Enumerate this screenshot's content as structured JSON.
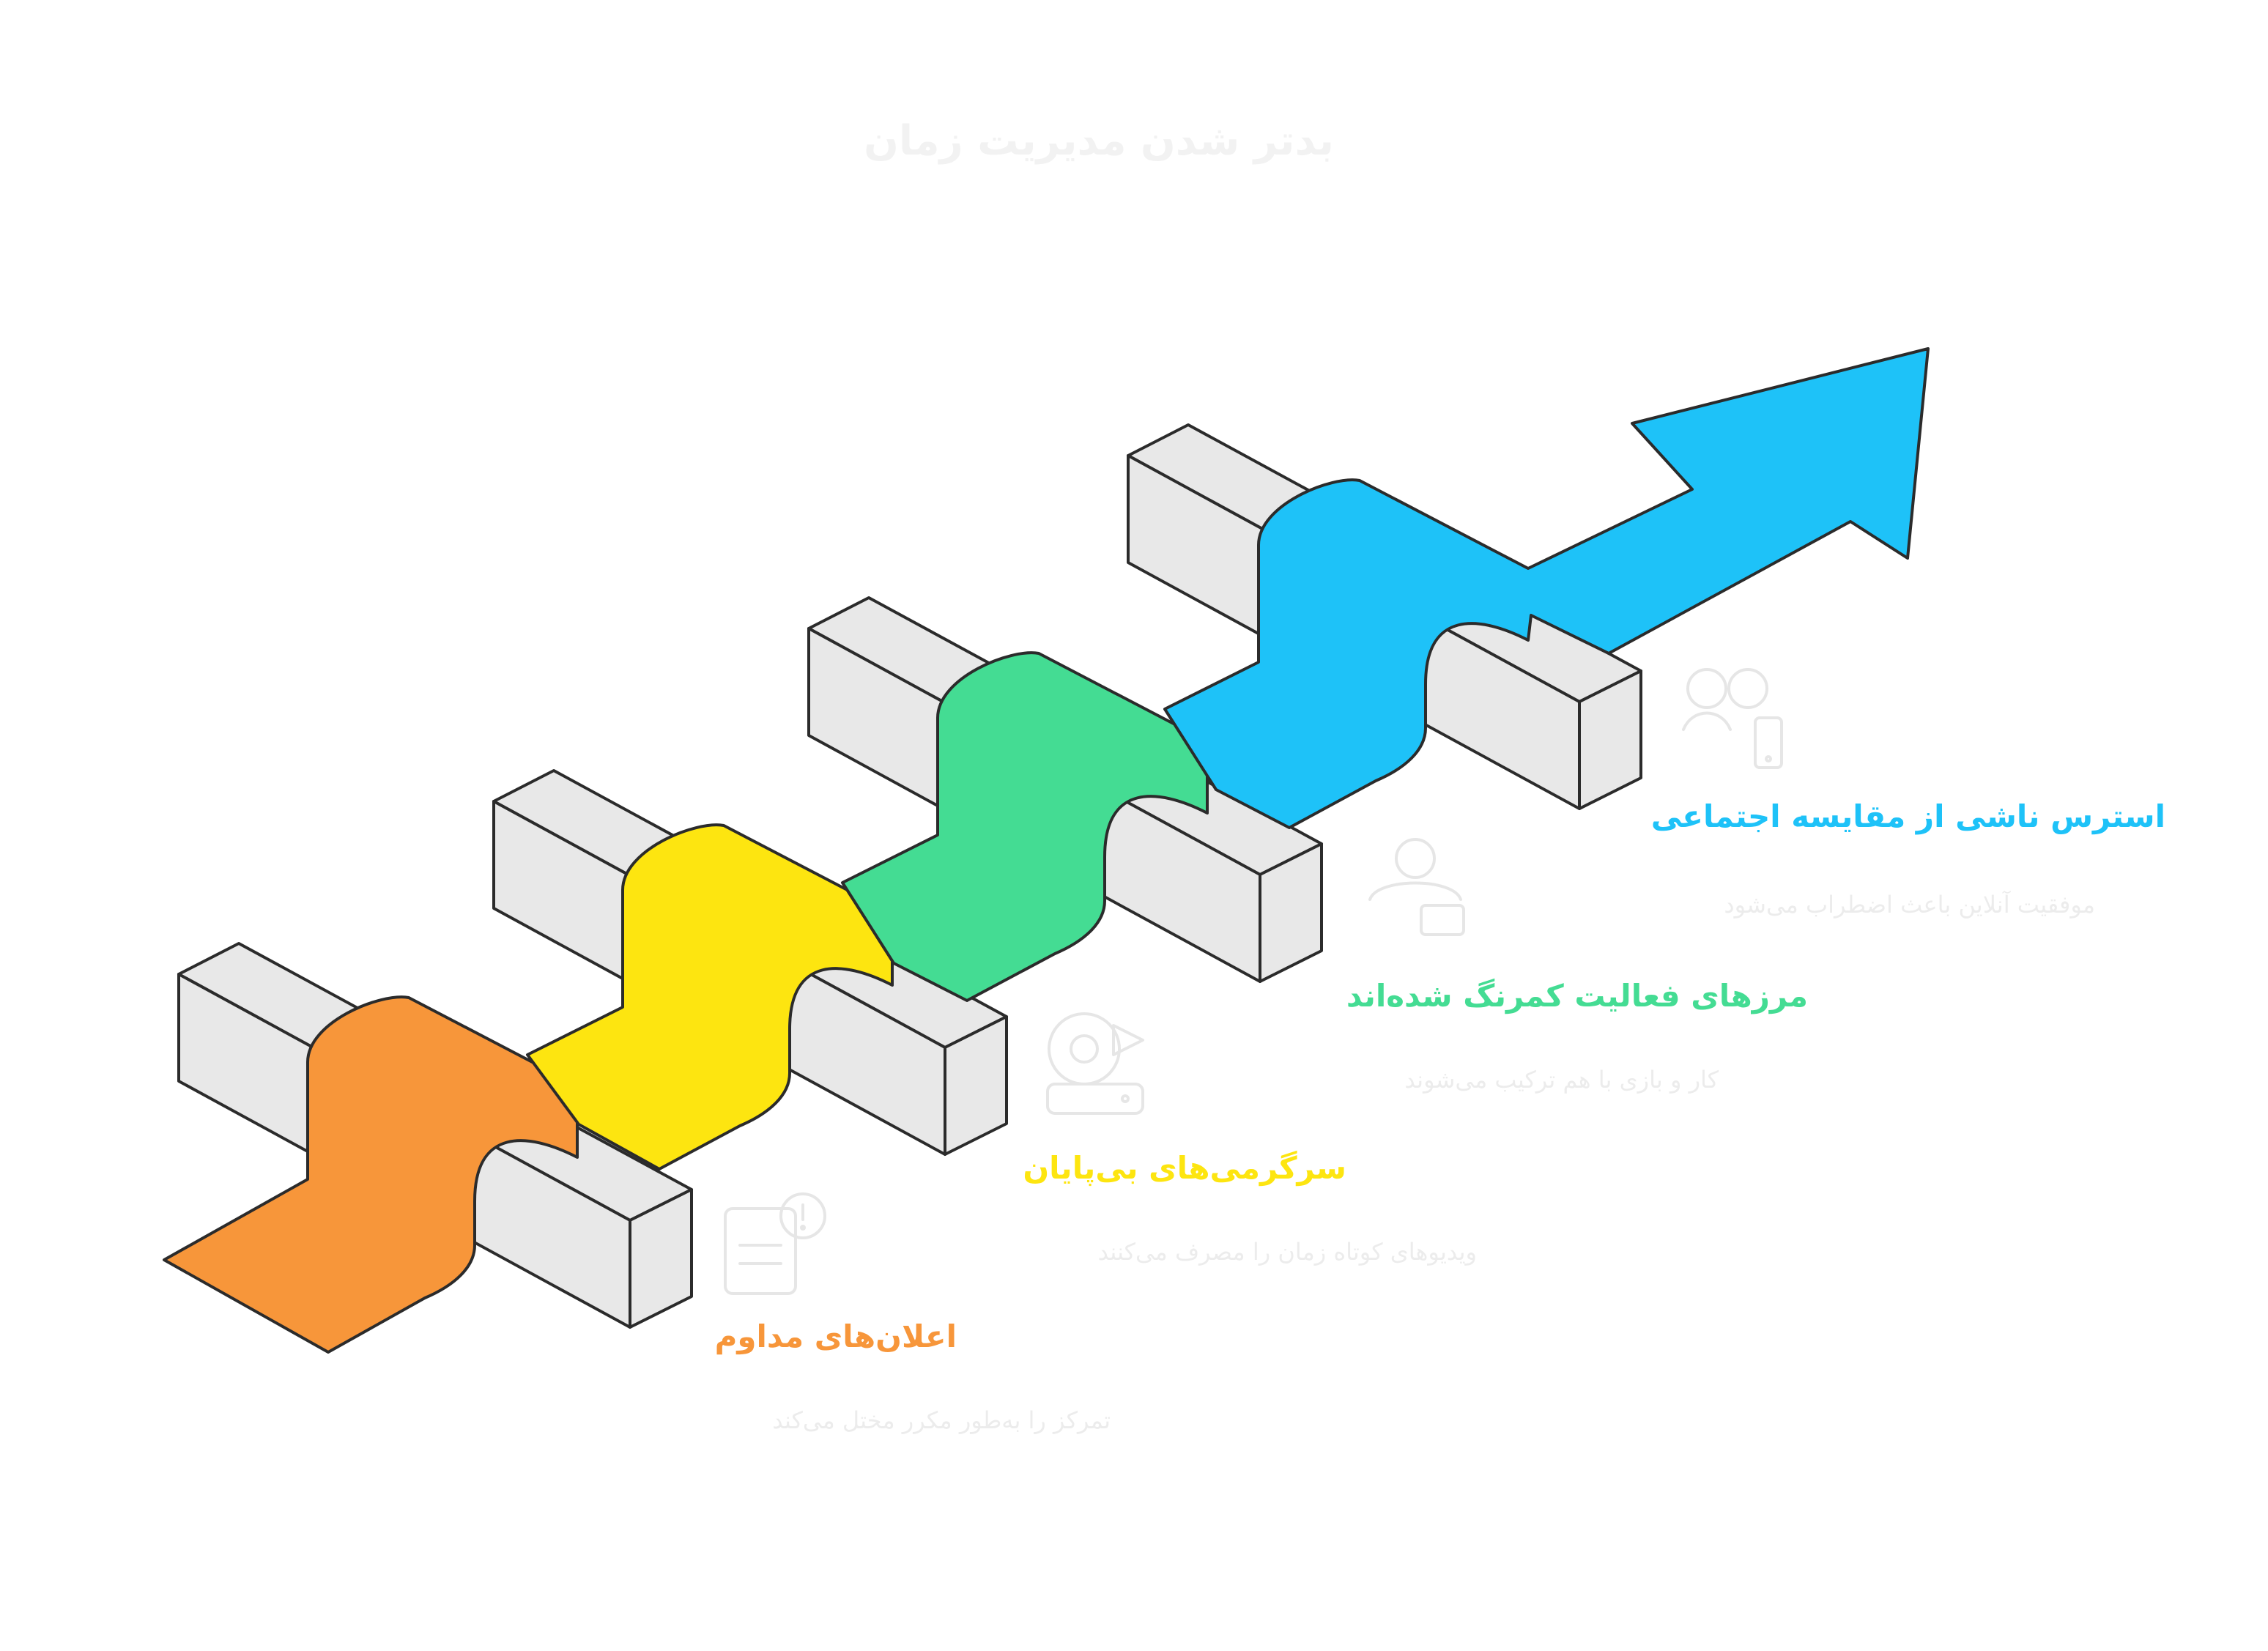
{
  "title": "بدتر شدن مدیریت زمان",
  "steps": [
    {
      "title": "اعلان‌های مداوم",
      "description": "تمرکز را به‌طور مکرر مختل می‌کند",
      "color": "#f7963a",
      "icon": "notification-alert-icon"
    },
    {
      "title": "سرگرمی‌های بی‌پایان",
      "description": "ویدیوهای کوتاه زمان را مصرف می‌کنند",
      "color": "#fde510",
      "icon": "video-play-icon"
    },
    {
      "title": "مرزهای فعالیت کمرنگ شده‌اند",
      "description": "کار و بازی با هم ترکیب می‌شوند",
      "color": "#44dc93",
      "icon": "person-laptop-icon"
    },
    {
      "title": "استرس ناشی از مقایسه اجتماعی",
      "description": "موفقیت آنلاین باعث اضطراب می‌شود",
      "color": "#1ec2f8",
      "icon": "people-phone-icon"
    }
  ],
  "colors": {
    "block_face": "#e8e8e8",
    "outline": "#2b2b2b",
    "faint_text": "#ececec"
  }
}
